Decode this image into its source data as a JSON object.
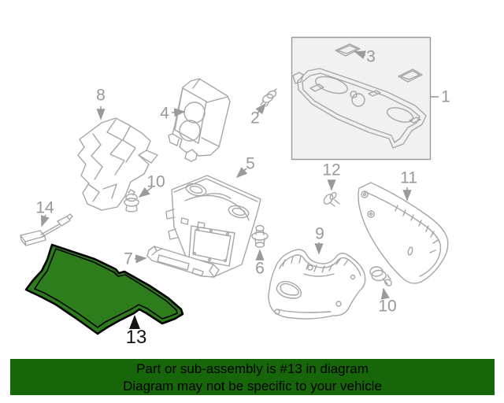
{
  "diagram": {
    "callouts": [
      {
        "label": "8"
      },
      {
        "label": "4"
      },
      {
        "label": "2"
      },
      {
        "label": "3"
      },
      {
        "label": "1"
      },
      {
        "label": "10"
      },
      {
        "label": "14"
      },
      {
        "label": "5"
      },
      {
        "label": "12"
      },
      {
        "label": "11"
      },
      {
        "label": "7"
      },
      {
        "label": "6"
      },
      {
        "label": "9"
      },
      {
        "label": "10"
      },
      {
        "label": "13"
      }
    ],
    "colors": {
      "line_gray": "#a6a6a6",
      "label_gray": "#999999",
      "box_fill": "#f1f1f1"
    }
  },
  "highlight": {
    "part_label": "13",
    "fill": "#2d7d1c",
    "outline": "#000000"
  },
  "banner": {
    "line1": "Part or sub-assembly is #13 in diagram",
    "line2": "Diagram may not be specific to your vehicle",
    "background": "#176609",
    "text_color": "#000000"
  }
}
